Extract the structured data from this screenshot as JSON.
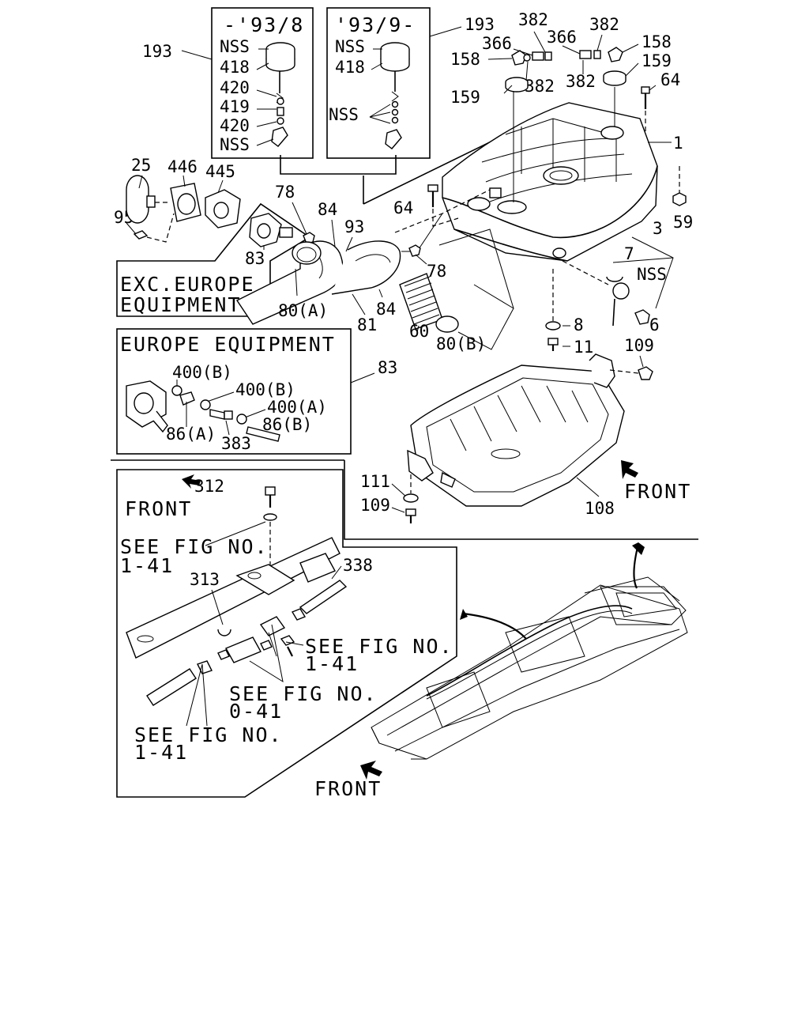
{
  "labels": {
    "l193a": "193",
    "l193b": "193",
    "box_early_title": "-'93/8",
    "box_late_title": "'93/9-",
    "nss_a1": "NSS",
    "l418a": "418",
    "l420a": "420",
    "l419": "419",
    "l420b": "420",
    "nss_a2": "NSS",
    "nss_b1": "NSS",
    "l418b": "418",
    "nss_b2": "NSS",
    "l382a": "382",
    "l382b": "382",
    "l382c": "382",
    "l382d": "382",
    "l366a": "366",
    "l366b": "366",
    "l158a": "158",
    "l158b": "158",
    "l159a": "159",
    "l159b": "159",
    "l64a": "64",
    "l64b": "64",
    "l1": "1",
    "l59": "59",
    "l3": "3",
    "l7": "7",
    "nss_c": "NSS",
    "l6": "6",
    "l8": "8",
    "l11": "11",
    "l25": "25",
    "l446": "446",
    "l445": "445",
    "l95": "95",
    "l78a": "78",
    "l84a": "84",
    "l93": "93",
    "l83a": "83",
    "l78b": "78",
    "l80a": "80(A)",
    "l81": "81",
    "l84b": "84",
    "l60": "60",
    "l80b": "80(B)",
    "exc_europe_1": "EXC.EUROPE",
    "exc_europe_2": "EQUIPMENT",
    "europe_equipment": "EUROPE EQUIPMENT",
    "l400b1": "400(B)",
    "l400b2": "400(B)",
    "l400a": "400(A)",
    "l86a": "86(A)",
    "l86b": "86(B)",
    "l383": "383",
    "l83b": "83",
    "l109a": "109",
    "l111": "111",
    "l109b": "109",
    "l108": "108",
    "front1": "FRONT",
    "front2": "FRONT",
    "front3": "FRONT",
    "l312": "312",
    "l338": "338",
    "l313": "313",
    "see1a": "SEE FIG NO.",
    "see1b": "1-41",
    "see2a": "SEE FIG NO.",
    "see2b": "1-41",
    "see3a": "SEE FIG NO.",
    "see3b": "0-41",
    "see4a": "SEE FIG NO.",
    "see4b": "1-41"
  }
}
